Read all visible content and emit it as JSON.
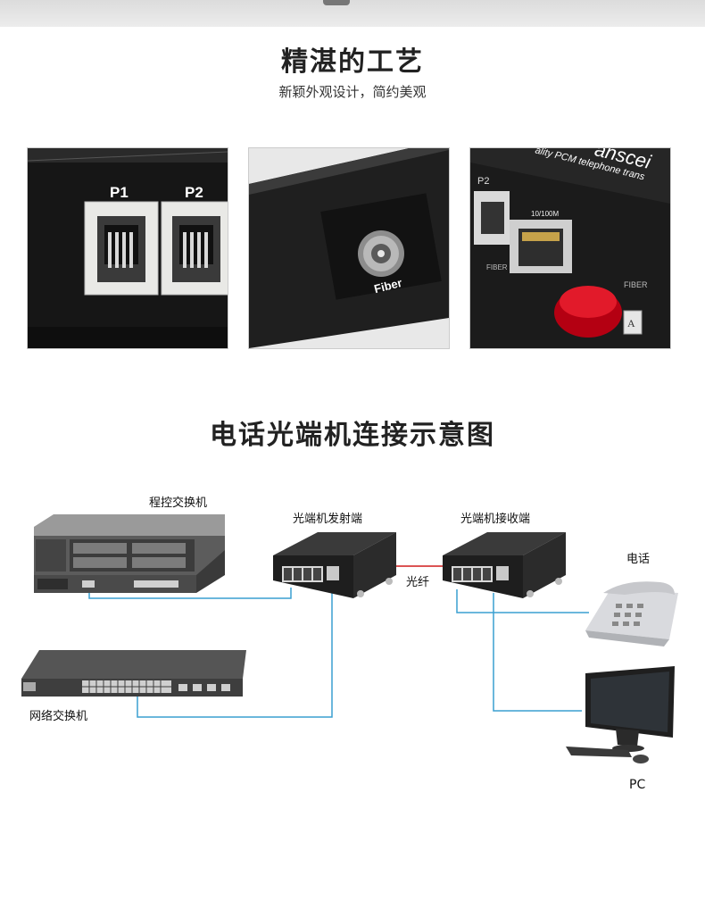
{
  "section1": {
    "title": "精湛的工艺",
    "subtitle": "新颖外观设计，简约美观"
  },
  "photos": [
    {
      "name": "rj11-ports-closeup",
      "port_labels": [
        "P1",
        "P2"
      ]
    },
    {
      "name": "fc-fiber-port-closeup",
      "port_label": "Fiber"
    },
    {
      "name": "rj45-and-fiber-cap-closeup",
      "labels": [
        "P2",
        "10/100M",
        "FIBER",
        "FIBER",
        "A"
      ],
      "brand_text": "ality PCM telephone trans",
      "brand_big": "anscei"
    }
  ],
  "section2": {
    "title": "电话光端机连接示意图"
  },
  "diagram": {
    "pbx": "程控交换机",
    "tx": "光端机发射端",
    "rx": "光端机接收端",
    "fiber": "光纤",
    "phone": "电话",
    "switch": "网络交换机",
    "pc": "PC"
  },
  "colors": {
    "line_blue": "#3a9fd1",
    "fiber_red": "#d01b1b",
    "device_dark": "#2b2b2b"
  }
}
